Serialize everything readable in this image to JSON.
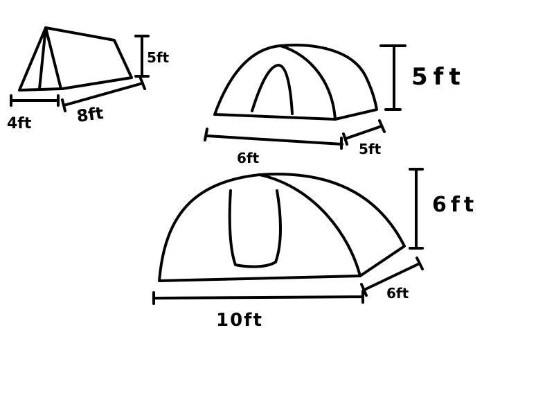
{
  "colors": {
    "ink": "#000000",
    "background": "#ffffff"
  },
  "tents": {
    "small": {
      "length": "8ft",
      "width": "4ft",
      "height": "5ft"
    },
    "medium": {
      "length": "6ft",
      "width": "5ft",
      "height": "5ft"
    },
    "large": {
      "length": "10ft",
      "width": "6ft",
      "height": "6ft"
    }
  },
  "labels": {
    "small_height": "5ft",
    "small_width": "4ft",
    "small_length": "8ft",
    "medium_height": "5ft",
    "medium_length": "6ft",
    "medium_width": "5ft",
    "large_height": "6ft",
    "large_width": "6ft",
    "large_length": "10ft"
  }
}
